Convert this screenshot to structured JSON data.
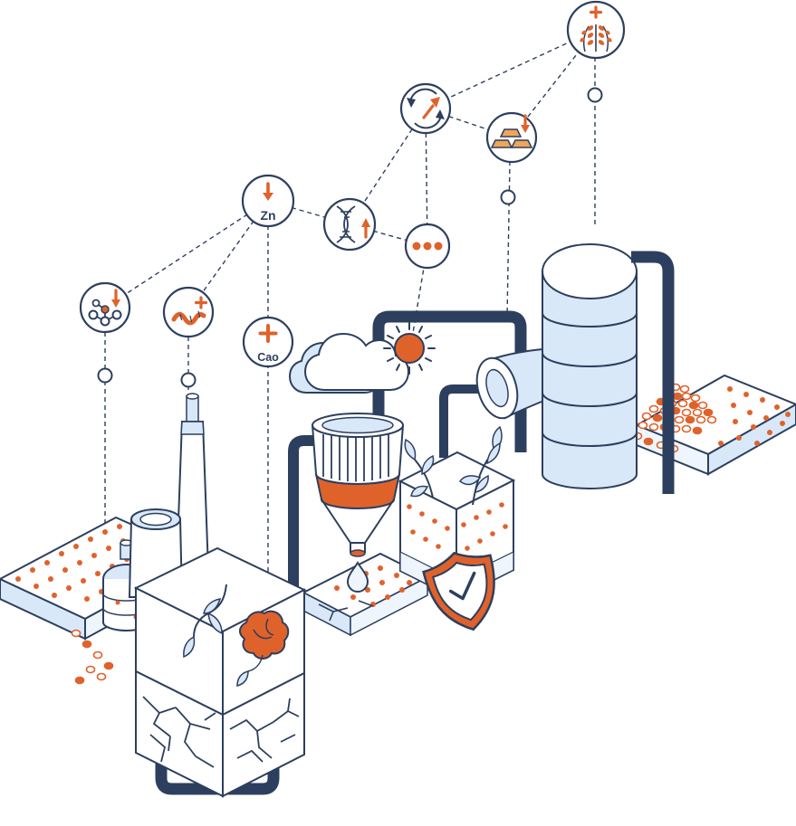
{
  "illustration": {
    "title": "Soil enrichment and remediation — isometric infographic illustration",
    "palette": {
      "navy": "#2d3f5e",
      "orange": "#e0622b",
      "light_blue": "#d9e8f8",
      "pale_blue": "#eef5fc",
      "gold": "#efa65a",
      "white": "#ffffff"
    },
    "icons": {
      "wheat": {
        "name": "wheat-plus-icon"
      },
      "recycle": {
        "name": "recycle-up-icon"
      },
      "minerals": {
        "name": "gold-ingots-down-icon"
      },
      "zinc": {
        "name": "zinc-down-icon",
        "label": "Zn"
      },
      "dna": {
        "name": "dna-up-icon"
      },
      "more": {
        "name": "ellipsis-icon"
      },
      "molecule": {
        "name": "molecule-down-icon"
      },
      "worm": {
        "name": "worm-plus-icon"
      },
      "calcium": {
        "name": "calcium-plus-icon",
        "label": "Cao"
      }
    }
  }
}
